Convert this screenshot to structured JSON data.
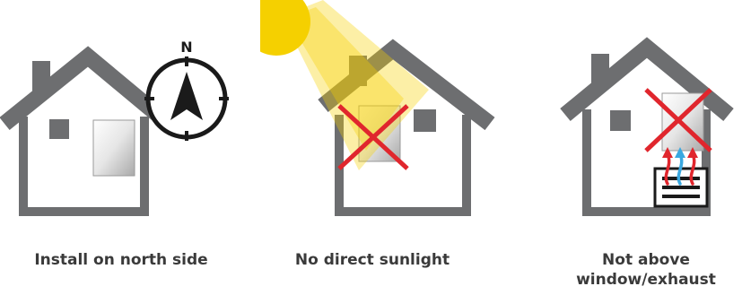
{
  "panels": [
    {
      "caption": "Install on north side",
      "compass_label": "N"
    },
    {
      "caption": "No direct sunlight"
    },
    {
      "caption_line1": "Not above",
      "caption_line2": "window/exhaust"
    }
  ],
  "colors": {
    "house": "#6d6e70",
    "cross": "#e0262d",
    "sun": "#f5d000",
    "heat_red": "#e0262d",
    "heat_blue": "#3aa8e0"
  }
}
